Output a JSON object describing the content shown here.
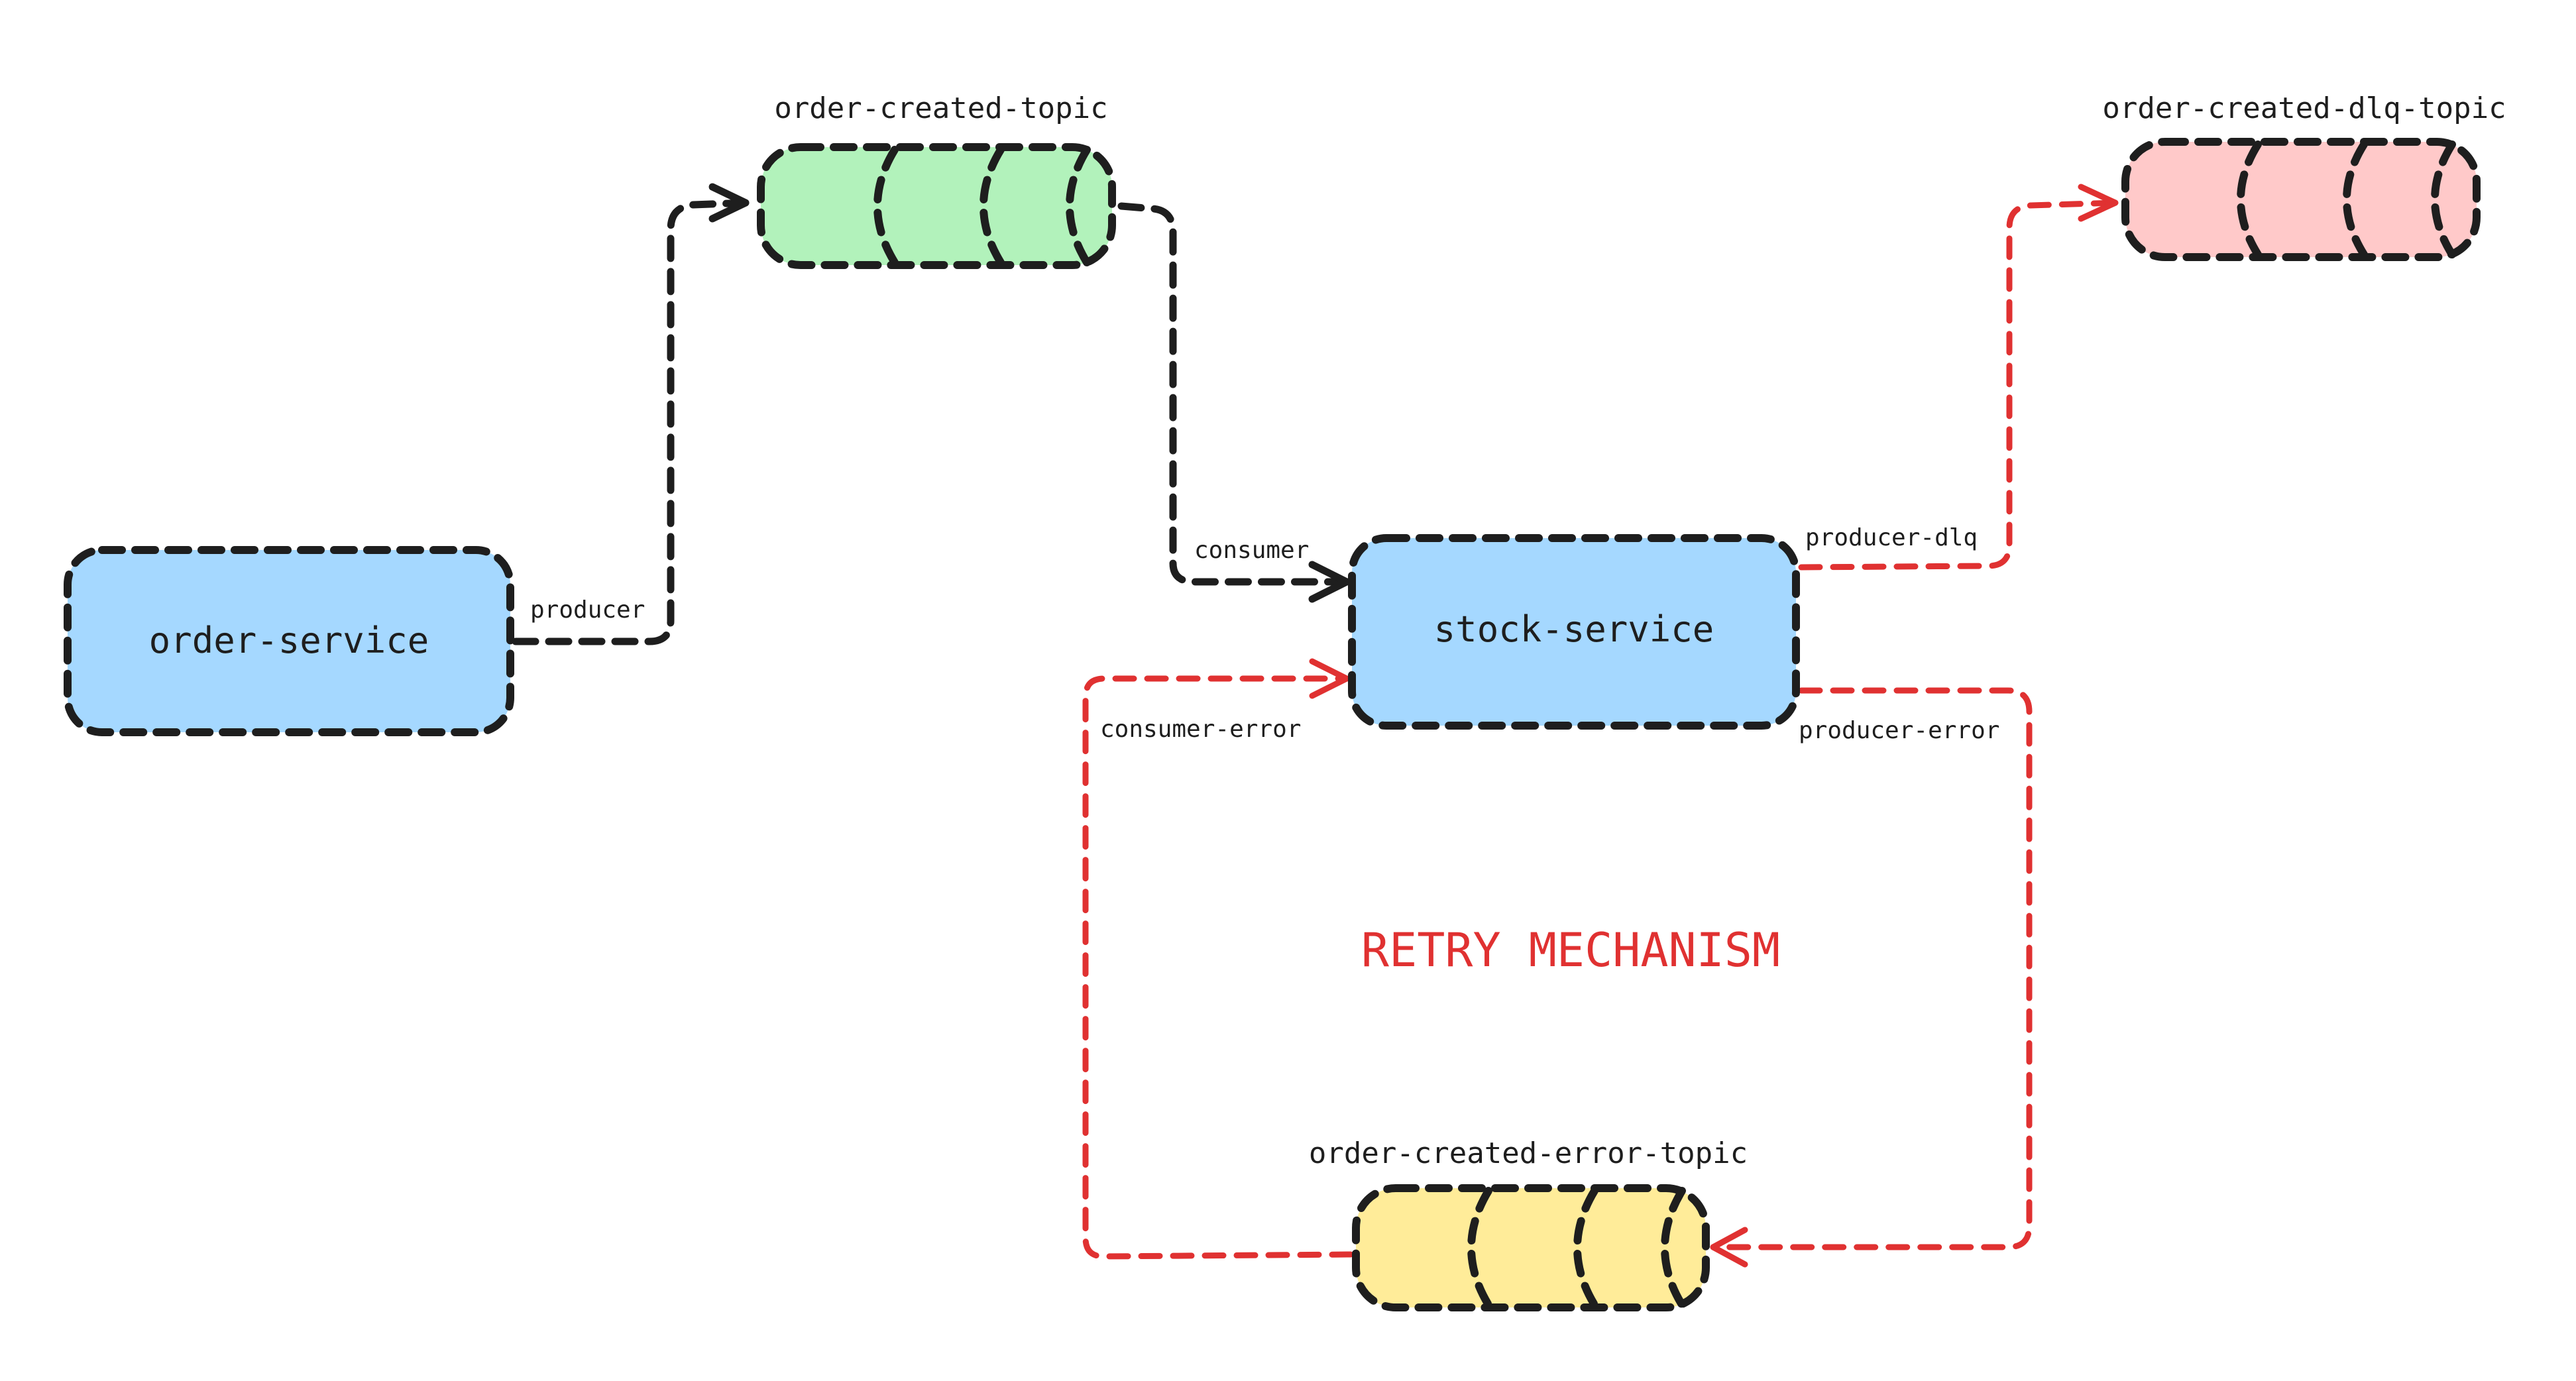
{
  "colors": {
    "service_fill": "#a5d8ff",
    "order_topic_fill": "#b2f2bb",
    "dlq_topic_fill": "#ffc9c9",
    "error_topic_fill": "#ffec99",
    "stroke": "#1e1e1e",
    "error_accent": "#e03131"
  },
  "nodes": {
    "order_service": {
      "label": "order-service"
    },
    "stock_service": {
      "label": "stock-service"
    }
  },
  "topics": {
    "order_created": {
      "label": "order-created-topic"
    },
    "order_created_dlq": {
      "label": "order-created-dlq-topic"
    },
    "order_created_error": {
      "label": "order-created-error-topic"
    }
  },
  "edges": {
    "producer": {
      "label": "producer"
    },
    "consumer": {
      "label": "consumer"
    },
    "producer_dlq": {
      "label": "producer-dlq"
    },
    "consumer_error": {
      "label": "consumer-error"
    },
    "producer_error": {
      "label": "producer-error"
    }
  },
  "annotation": {
    "retry": "RETRY MECHANISM"
  }
}
